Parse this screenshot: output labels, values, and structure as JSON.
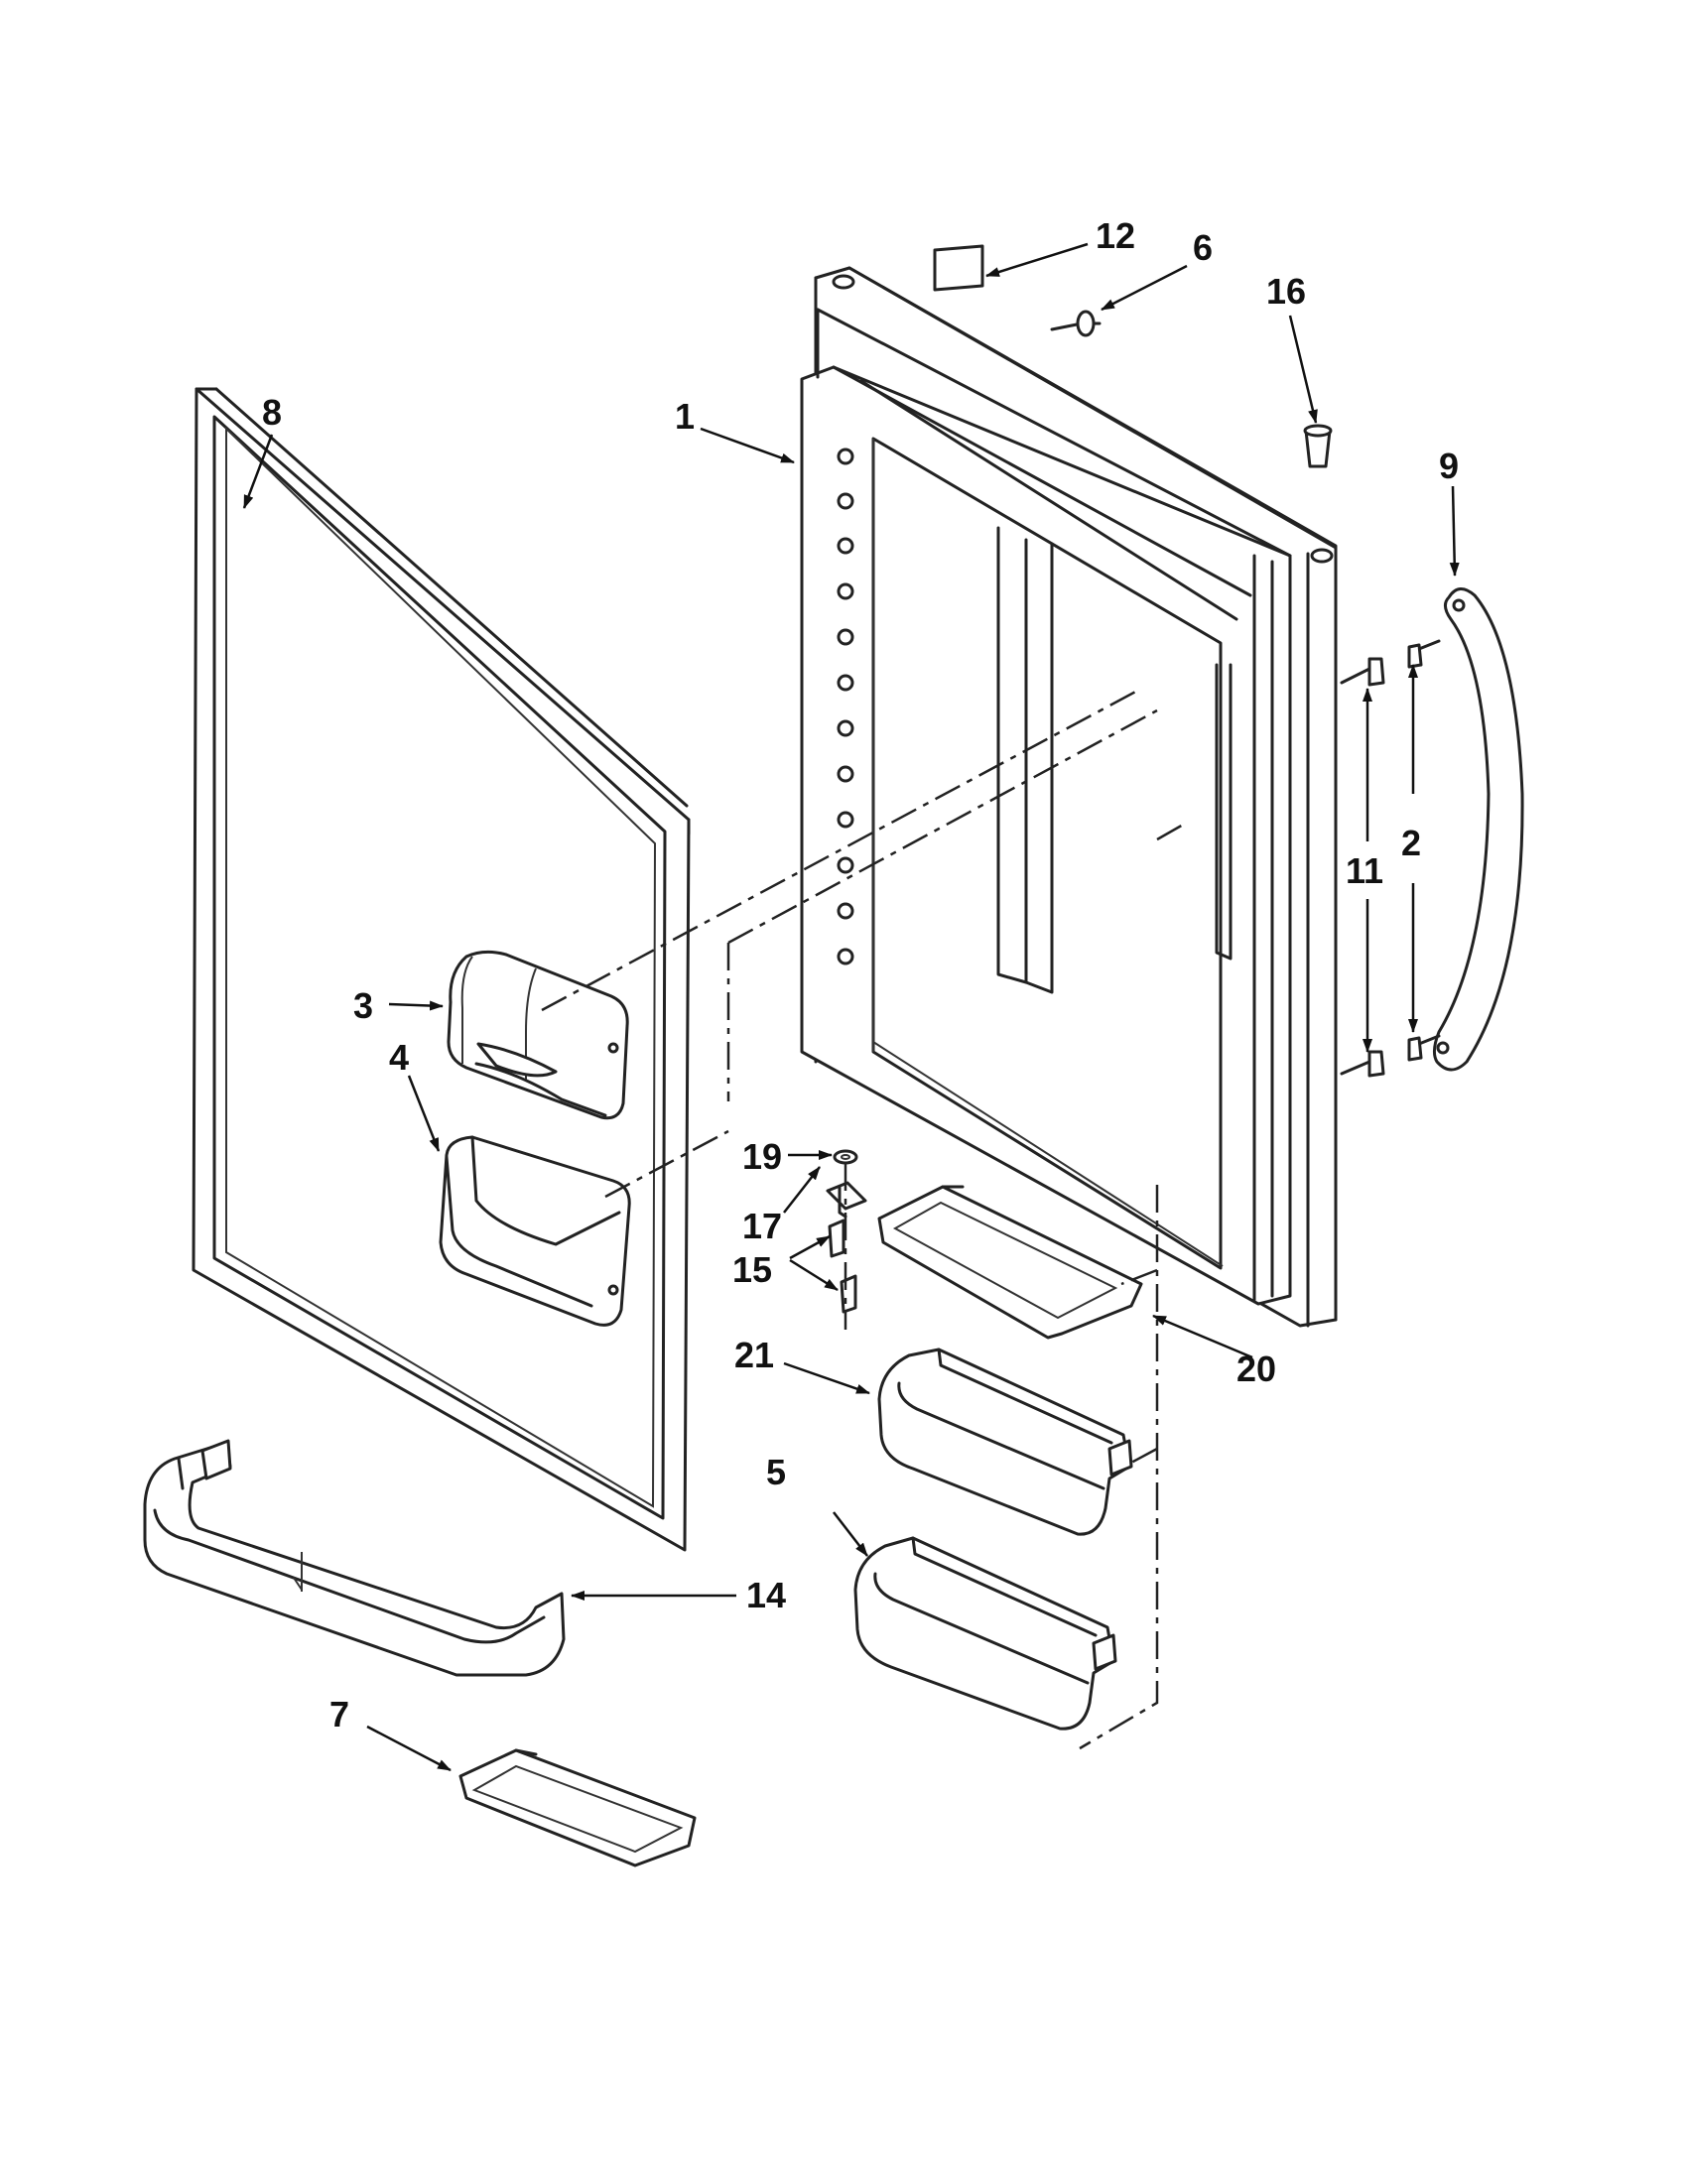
{
  "callouts": {
    "c1": "1",
    "c2": "2",
    "c3": "3",
    "c4": "4",
    "c5": "5",
    "c6": "6",
    "c7": "7",
    "c8": "8",
    "c9": "9",
    "c11": "11",
    "c12": "12",
    "c14": "14",
    "c15": "15",
    "c16": "16",
    "c17": "17",
    "c19": "19",
    "c20": "20",
    "c21": "21"
  }
}
